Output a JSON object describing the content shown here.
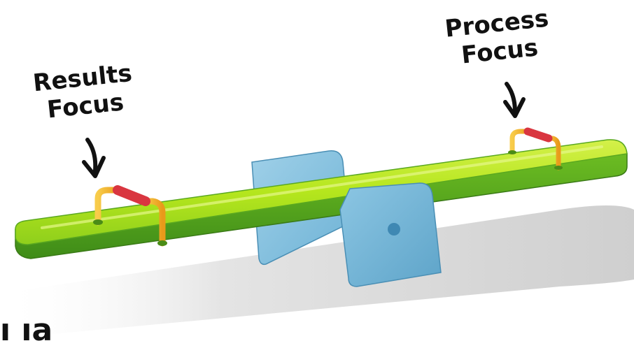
{
  "labels": {
    "left_line1": "Results",
    "left_line2": "Focus",
    "right_line1": "Process",
    "right_line2": "Focus"
  },
  "bottom_text": "ı ıa",
  "colors": {
    "plank_top": "#b5e61d",
    "plank_side": "#5aa820",
    "fulcrum": "#6fb3d6",
    "handle": "#f6b82a",
    "grip": "#d93640",
    "shadow": "#d9d9d9"
  },
  "icons": [
    "arrow-down-icon",
    "seesaw-handle-icon",
    "fulcrum-icon"
  ]
}
